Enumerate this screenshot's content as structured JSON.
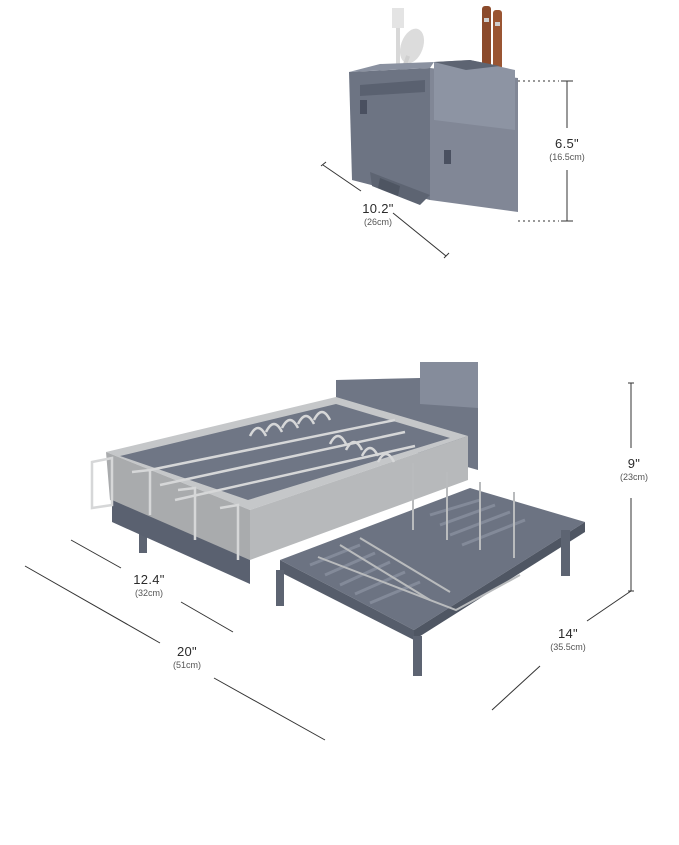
{
  "dimensions": {
    "caddy_width": {
      "value": "10.2\"",
      "metric": "(26cm)"
    },
    "caddy_height": {
      "value": "6.5\"",
      "metric": "(16.5cm)"
    },
    "rack_depth": {
      "value": "12.4\"",
      "metric": "(32cm)"
    },
    "rack_length": {
      "value": "20\"",
      "metric": "(51cm)"
    },
    "rack_height": {
      "value": "9\"",
      "metric": "(23cm)"
    },
    "tray_depth": {
      "value": "14\"",
      "metric": "(35.5cm)"
    }
  },
  "colors": {
    "plastic_gray": "#6a7180",
    "plastic_dark": "#565d6b",
    "steel": "#a9abad",
    "steel_light": "#c8cacc",
    "line": "#333333"
  }
}
